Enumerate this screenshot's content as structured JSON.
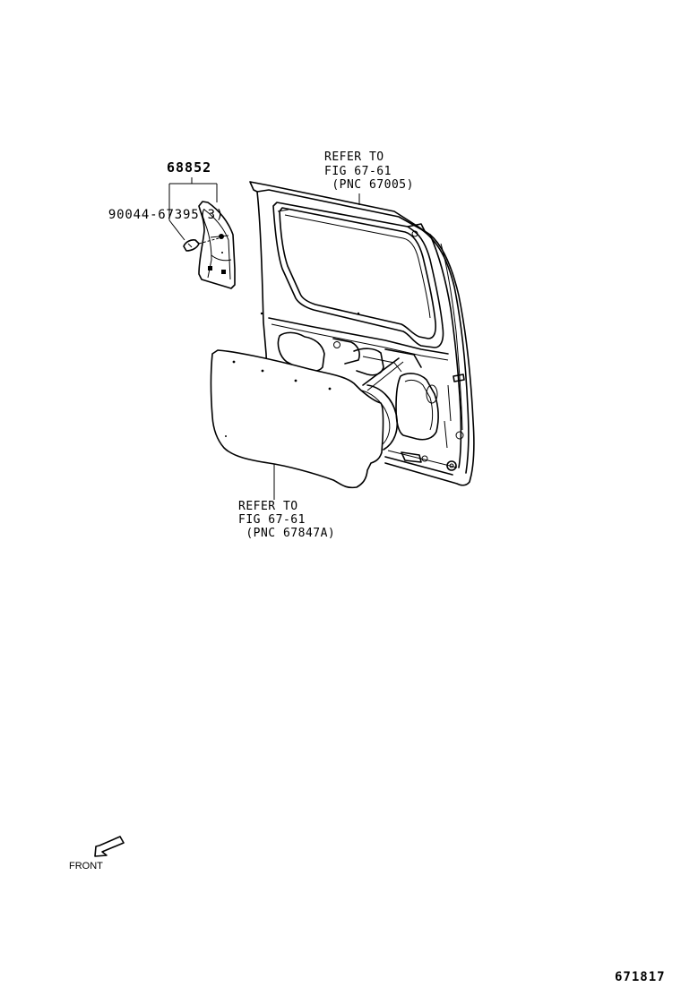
{
  "diagram": {
    "type": "parts-catalog-exploded-view",
    "figure_number": "671817",
    "parts": [
      {
        "part_number": "68852",
        "description": "back door trim cover (upper left)"
      },
      {
        "part_number": "90044-67395",
        "quantity": "(3)",
        "description": "clip"
      }
    ],
    "references": [
      {
        "line1": "REFER TO",
        "line2": "FIG 67-61",
        "line3": "(PNC 67005)",
        "target": "back door panel"
      },
      {
        "line1": "REFER TO",
        "line2": "FIG 67-61",
        "line3": "(PNC 67847A)",
        "target": "back door service hole cover"
      }
    ],
    "orientation": {
      "label": "FRONT",
      "icon": "front-arrow-icon"
    }
  },
  "labels": {
    "part_68852": "68852",
    "part_clip": "90044-67395",
    "part_clip_qty": "(3)",
    "ref_top_1": "REFER TO",
    "ref_top_2": "FIG 67-61",
    "ref_top_3": " (PNC 67005)",
    "ref_bottom_1": "REFER TO",
    "ref_bottom_2": "FIG 67-61",
    "ref_bottom_3": " (PNC 67847A)",
    "front": "FRONT",
    "figure_id": "671817"
  }
}
